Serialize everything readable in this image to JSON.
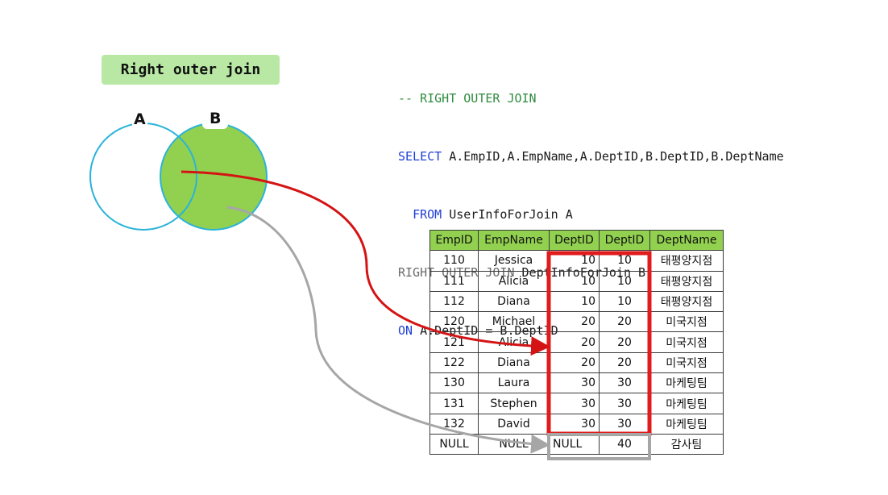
{
  "title": "Right outer join",
  "venn": {
    "label_a": "A",
    "label_b": "B",
    "highlight_color": "#92d050",
    "outline_color": "#2bb3d9"
  },
  "code": {
    "line1": "-- RIGHT OUTER JOIN",
    "line2_kw": "SELECT",
    "line2_rest": " A.EmpID,A.EmpName,A.DeptID,B.DeptID,B.DeptName",
    "line3_indent": "  ",
    "line3_kw": "FROM",
    "line3_rest": " UserInfoForJoin A",
    "line4_kw": "RIGHT OUTER JOIN",
    "line4_rest": " DeptInfoForJoin B",
    "line5_kw": "ON",
    "line5_rest": " A.DeptID = B.DeptID"
  },
  "table": {
    "headers": [
      "EmpID",
      "EmpName",
      "DeptID",
      "DeptID",
      "DeptName"
    ],
    "rows": [
      [
        "110",
        "Jessica",
        "10",
        "10",
        "태평양지점"
      ],
      [
        "111",
        "Alicia",
        "10",
        "10",
        "태평양지점"
      ],
      [
        "112",
        "Diana",
        "10",
        "10",
        "태평양지점"
      ],
      [
        "120",
        "Michael",
        "20",
        "20",
        "미국지점"
      ],
      [
        "121",
        "Alicia",
        "20",
        "20",
        "미국지점"
      ],
      [
        "122",
        "Diana",
        "20",
        "20",
        "미국지점"
      ],
      [
        "130",
        "Laura",
        "30",
        "30",
        "마케팅팀"
      ],
      [
        "131",
        "Stephen",
        "30",
        "30",
        "마케팅팀"
      ],
      [
        "132",
        "David",
        "30",
        "30",
        "마케팅팀"
      ],
      [
        "NULL",
        "NULL",
        "NULL",
        "40",
        "감사팀"
      ]
    ],
    "header_color": "#92d050"
  },
  "colors": {
    "match_box": "#e01b1b",
    "null_box": "#a6a6a6",
    "match_arrow": "#d41414",
    "null_arrow": "#a6a6a6"
  }
}
